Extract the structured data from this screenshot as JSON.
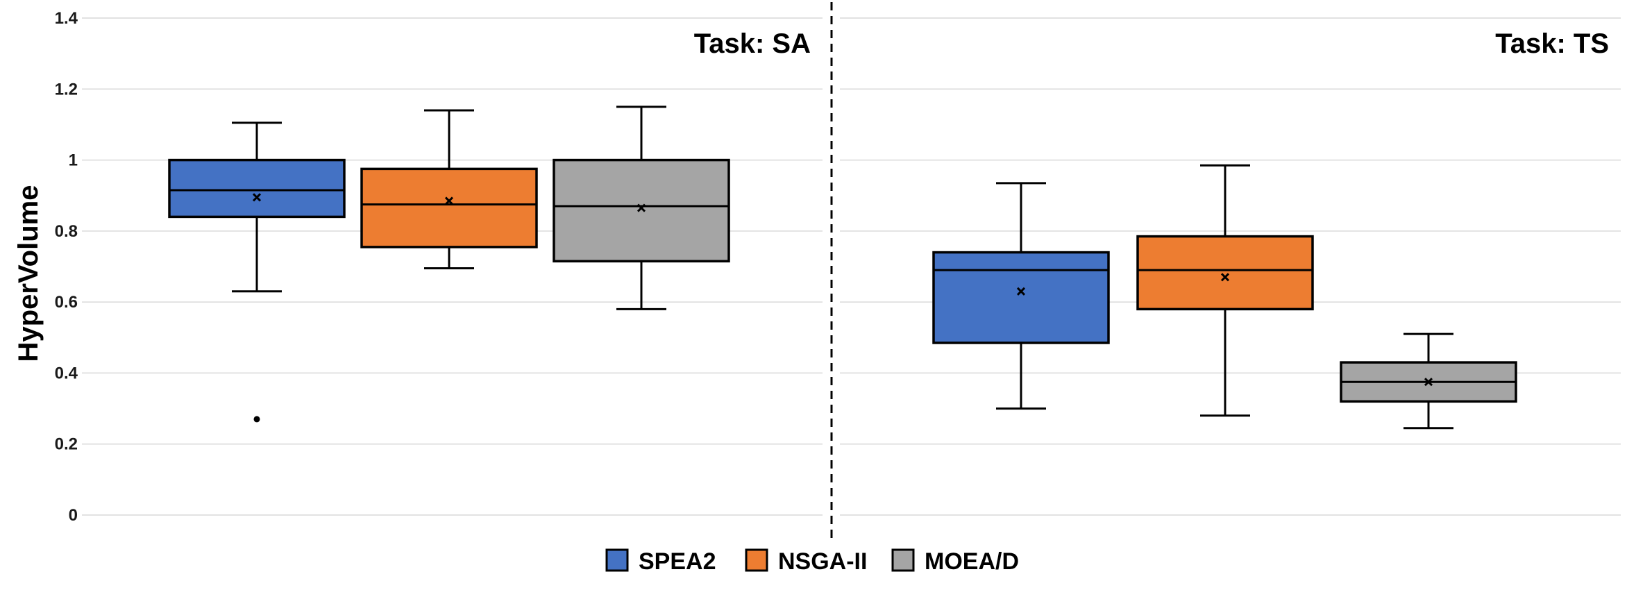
{
  "chart_data": {
    "type": "box",
    "ylabel": "HyperVolume",
    "ylim": [
      0,
      1.4
    ],
    "yticks": [
      {
        "value": 0,
        "label": "0"
      },
      {
        "value": 0.2,
        "label": "0.2"
      },
      {
        "value": 0.4,
        "label": "0.4"
      },
      {
        "value": 0.6,
        "label": "0.6"
      },
      {
        "value": 0.8,
        "label": "0.8"
      },
      {
        "value": 1.0,
        "label": "1"
      },
      {
        "value": 1.2,
        "label": "1.2"
      },
      {
        "value": 1.4,
        "label": "1.4"
      }
    ],
    "grid": true,
    "legend_position": "bottom-center",
    "series": [
      {
        "name": "SPEA2",
        "color": "#4472C4"
      },
      {
        "name": "NSGA-II",
        "color": "#ED7D31"
      },
      {
        "name": "MOEA/D",
        "color": "#A5A5A5"
      }
    ],
    "panels": [
      {
        "title": "Task: SA",
        "boxes": [
          {
            "series": "SPEA2",
            "whisker_low": 0.63,
            "q1": 0.84,
            "median": 0.915,
            "q3": 1.0,
            "whisker_high": 1.105,
            "mean": 0.895,
            "outliers": [
              0.27
            ]
          },
          {
            "series": "NSGA-II",
            "whisker_low": 0.695,
            "q1": 0.755,
            "median": 0.875,
            "q3": 0.975,
            "whisker_high": 1.14,
            "mean": 0.885,
            "outliers": []
          },
          {
            "series": "MOEA/D",
            "whisker_low": 0.58,
            "q1": 0.715,
            "median": 0.87,
            "q3": 1.0,
            "whisker_high": 1.15,
            "mean": 0.865,
            "outliers": []
          }
        ]
      },
      {
        "title": "Task: TS",
        "boxes": [
          {
            "series": "SPEA2",
            "whisker_low": 0.3,
            "q1": 0.485,
            "median": 0.69,
            "q3": 0.74,
            "whisker_high": 0.935,
            "mean": 0.63,
            "outliers": []
          },
          {
            "series": "NSGA-II",
            "whisker_low": 0.28,
            "q1": 0.58,
            "median": 0.69,
            "q3": 0.785,
            "whisker_high": 0.985,
            "mean": 0.67,
            "outliers": []
          },
          {
            "series": "MOEA/D",
            "whisker_low": 0.245,
            "q1": 0.32,
            "median": 0.375,
            "q3": 0.43,
            "whisker_high": 0.51,
            "mean": 0.375,
            "outliers": []
          }
        ]
      }
    ]
  }
}
